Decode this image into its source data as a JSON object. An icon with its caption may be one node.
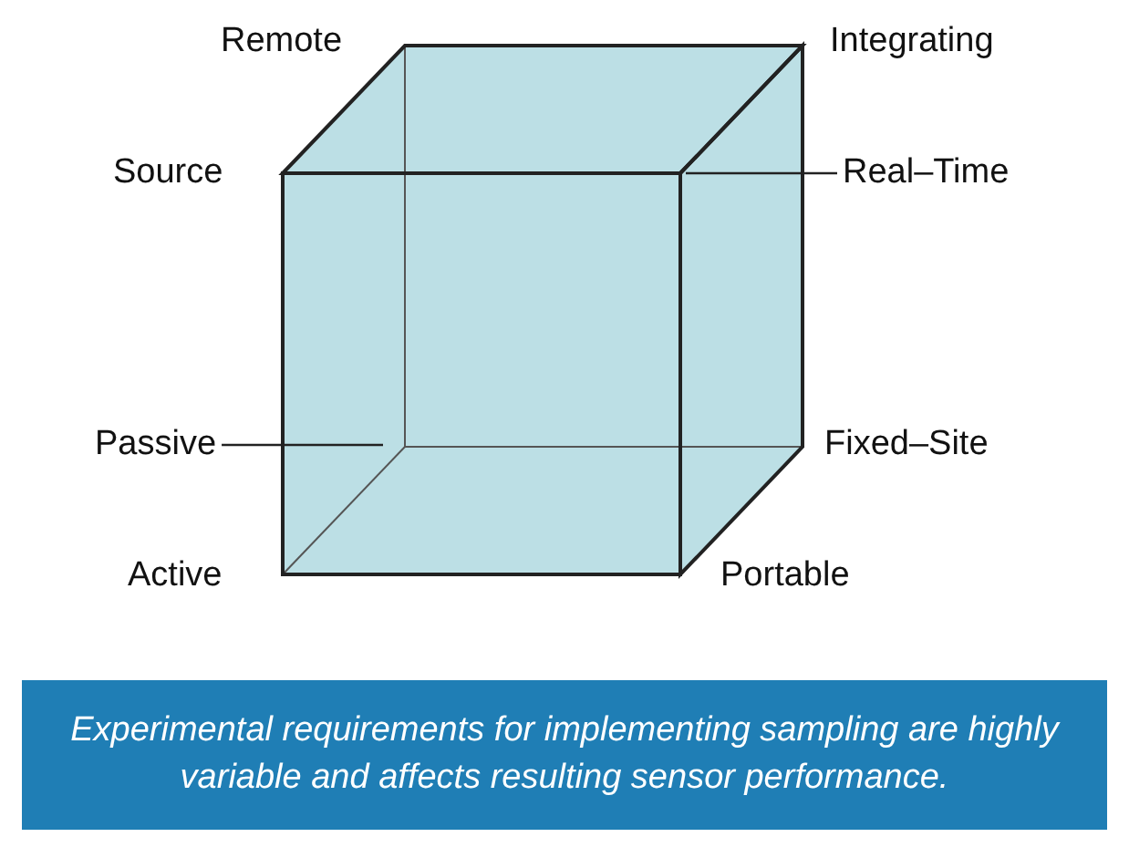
{
  "diagram": {
    "caption": "Experimental requirements for implementing sampling are highly variable and affects resulting sensor performance.",
    "nodes": [
      {
        "text": [
          "Real–Time"
        ]
      },
      {
        "text": [
          "Passive"
        ]
      }
    ],
    "edges": [
      {
        "from": 0,
        "to": null,
        "arrow": "none"
      },
      {
        "from": 1,
        "to": null,
        "arrow": "none"
      }
    ],
    "labels": [
      "Remote",
      "Integrating",
      "Source",
      "Fixed–Site",
      "Active",
      "Portable"
    ]
  }
}
